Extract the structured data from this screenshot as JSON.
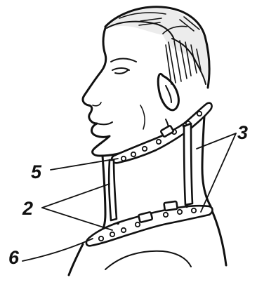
{
  "labels": {
    "l2": "2",
    "l3": "3",
    "l5": "5",
    "l6": "6"
  },
  "ink_color": "#111111",
  "background_color": "#ffffff"
}
